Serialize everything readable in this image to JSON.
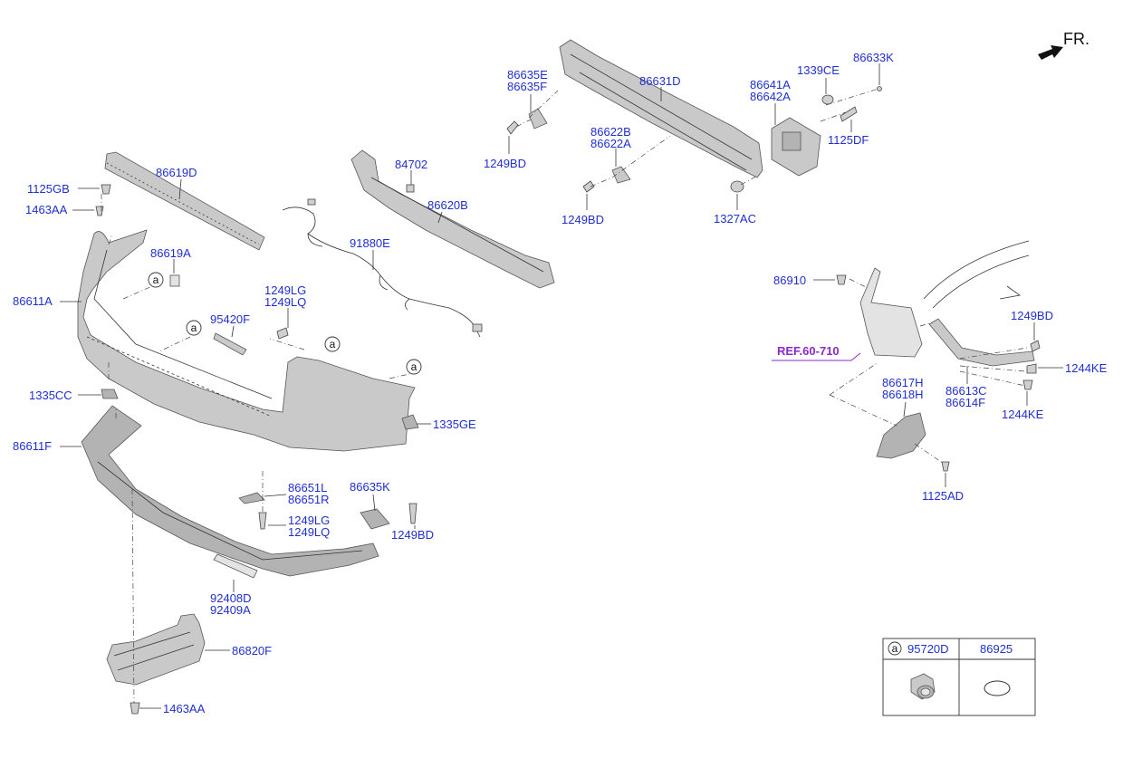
{
  "direction": {
    "label": "FR.",
    "icon": "front-arrow-icon"
  },
  "ref_label": "REF.60-710",
  "callout_letter": "a",
  "parts": [
    {
      "id": "p86619D",
      "label": "86619D"
    },
    {
      "id": "p1125GB",
      "label": "1125GB"
    },
    {
      "id": "p1463AA_top",
      "label": "1463AA"
    },
    {
      "id": "p86619A",
      "label": "86619A"
    },
    {
      "id": "p86611A",
      "label": "86611A"
    },
    {
      "id": "p95420F",
      "label": "95420F"
    },
    {
      "id": "p1249LG_top",
      "label": "1249LG"
    },
    {
      "id": "p1249LQ_top",
      "label": "1249LQ"
    },
    {
      "id": "p1335CC",
      "label": "1335CC"
    },
    {
      "id": "p1335GE",
      "label": "1335GE"
    },
    {
      "id": "p86611F",
      "label": "86611F"
    },
    {
      "id": "p86651L",
      "label": "86651L"
    },
    {
      "id": "p86651R",
      "label": "86651R"
    },
    {
      "id": "p1249LG_bot",
      "label": "1249LG"
    },
    {
      "id": "p1249LQ_bot",
      "label": "1249LQ"
    },
    {
      "id": "p86635K",
      "label": "86635K"
    },
    {
      "id": "p1249BD_mid",
      "label": "1249BD"
    },
    {
      "id": "p92408D",
      "label": "92408D"
    },
    {
      "id": "p92409A",
      "label": "92409A"
    },
    {
      "id": "p86820F",
      "label": "86820F"
    },
    {
      "id": "p1463AA_bot",
      "label": "1463AA"
    },
    {
      "id": "p84702",
      "label": "84702"
    },
    {
      "id": "p86620B",
      "label": "86620B"
    },
    {
      "id": "p91880E",
      "label": "91880E"
    },
    {
      "id": "p86635E",
      "label": "86635E"
    },
    {
      "id": "p86635F",
      "label": "86635F"
    },
    {
      "id": "p1249BD_a",
      "label": "1249BD"
    },
    {
      "id": "p86631D",
      "label": "86631D"
    },
    {
      "id": "p86622B",
      "label": "86622B"
    },
    {
      "id": "p86622A",
      "label": "86622A"
    },
    {
      "id": "p1249BD_b",
      "label": "1249BD"
    },
    {
      "id": "p86641A",
      "label": "86641A"
    },
    {
      "id": "p86642A",
      "label": "86642A"
    },
    {
      "id": "p1339CE",
      "label": "1339CE"
    },
    {
      "id": "p86633K",
      "label": "86633K"
    },
    {
      "id": "p1125DF",
      "label": "1125DF"
    },
    {
      "id": "p1327AC",
      "label": "1327AC"
    },
    {
      "id": "p86910",
      "label": "86910"
    },
    {
      "id": "p1249BD_r",
      "label": "1249BD"
    },
    {
      "id": "p1244KE_a",
      "label": "1244KE"
    },
    {
      "id": "p86617H",
      "label": "86617H"
    },
    {
      "id": "p86618H",
      "label": "86618H"
    },
    {
      "id": "p86613C",
      "label": "86613C"
    },
    {
      "id": "p86614F",
      "label": "86614F"
    },
    {
      "id": "p1244KE_b",
      "label": "1244KE"
    },
    {
      "id": "p1125AD",
      "label": "1125AD"
    }
  ],
  "legend_table": {
    "columns": [
      {
        "marker": "a",
        "label": "95720D",
        "icon": "parking-sensor-icon"
      },
      {
        "marker": "",
        "label": "86925",
        "icon": "sensor-ring-icon"
      }
    ]
  }
}
